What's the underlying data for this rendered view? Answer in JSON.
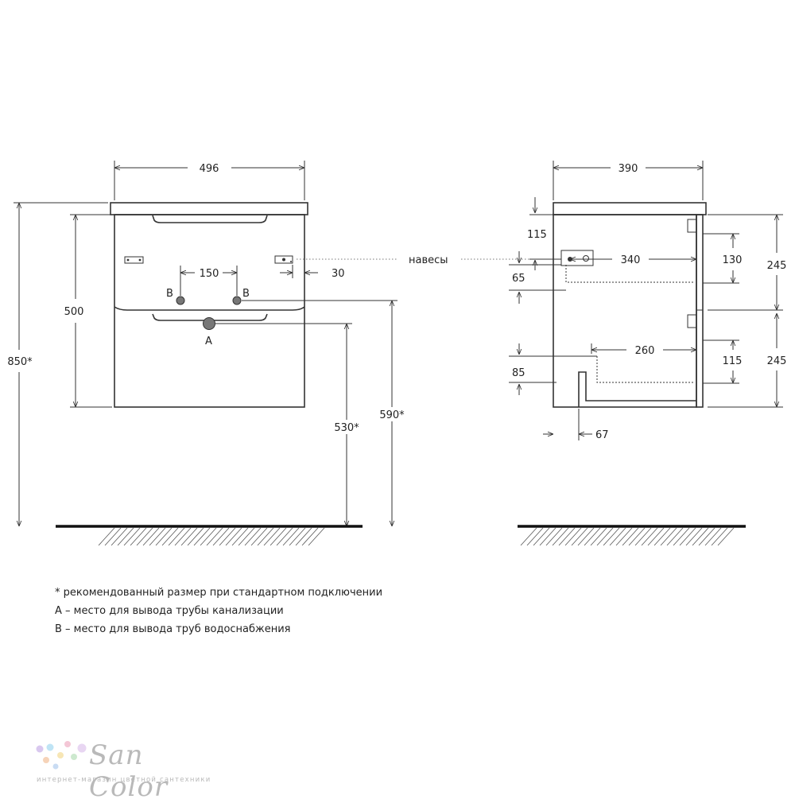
{
  "front_view": {
    "width": "496",
    "height": "500",
    "total_height": "850*",
    "holes_spacing": "150",
    "hinge_offset": "30",
    "pipe_b_height": "590*",
    "pipe_a_height": "530*",
    "label_a": "A",
    "label_b": "B"
  },
  "side_view": {
    "depth": "390",
    "top_offset": "115",
    "hinge_depth": "340",
    "hinge_gap": "65",
    "upper_drawer_depth": "130",
    "drawer_height": "245",
    "lower_drawer_height": "245",
    "lower_drawer_depth": "260",
    "lower_drawer_offset": "115",
    "bottom_offset": "85",
    "siphon_offset": "67"
  },
  "hinges_label": "навесы",
  "notes": {
    "recommended": "* рекомендованный размер при стандартном подключении",
    "a": "A – место для вывода трубы канализации",
    "b": "B – место для вывода труб водоснабжения"
  },
  "brand": {
    "name": "San Color",
    "tagline": "интернет-магазин цветной сантехники"
  }
}
